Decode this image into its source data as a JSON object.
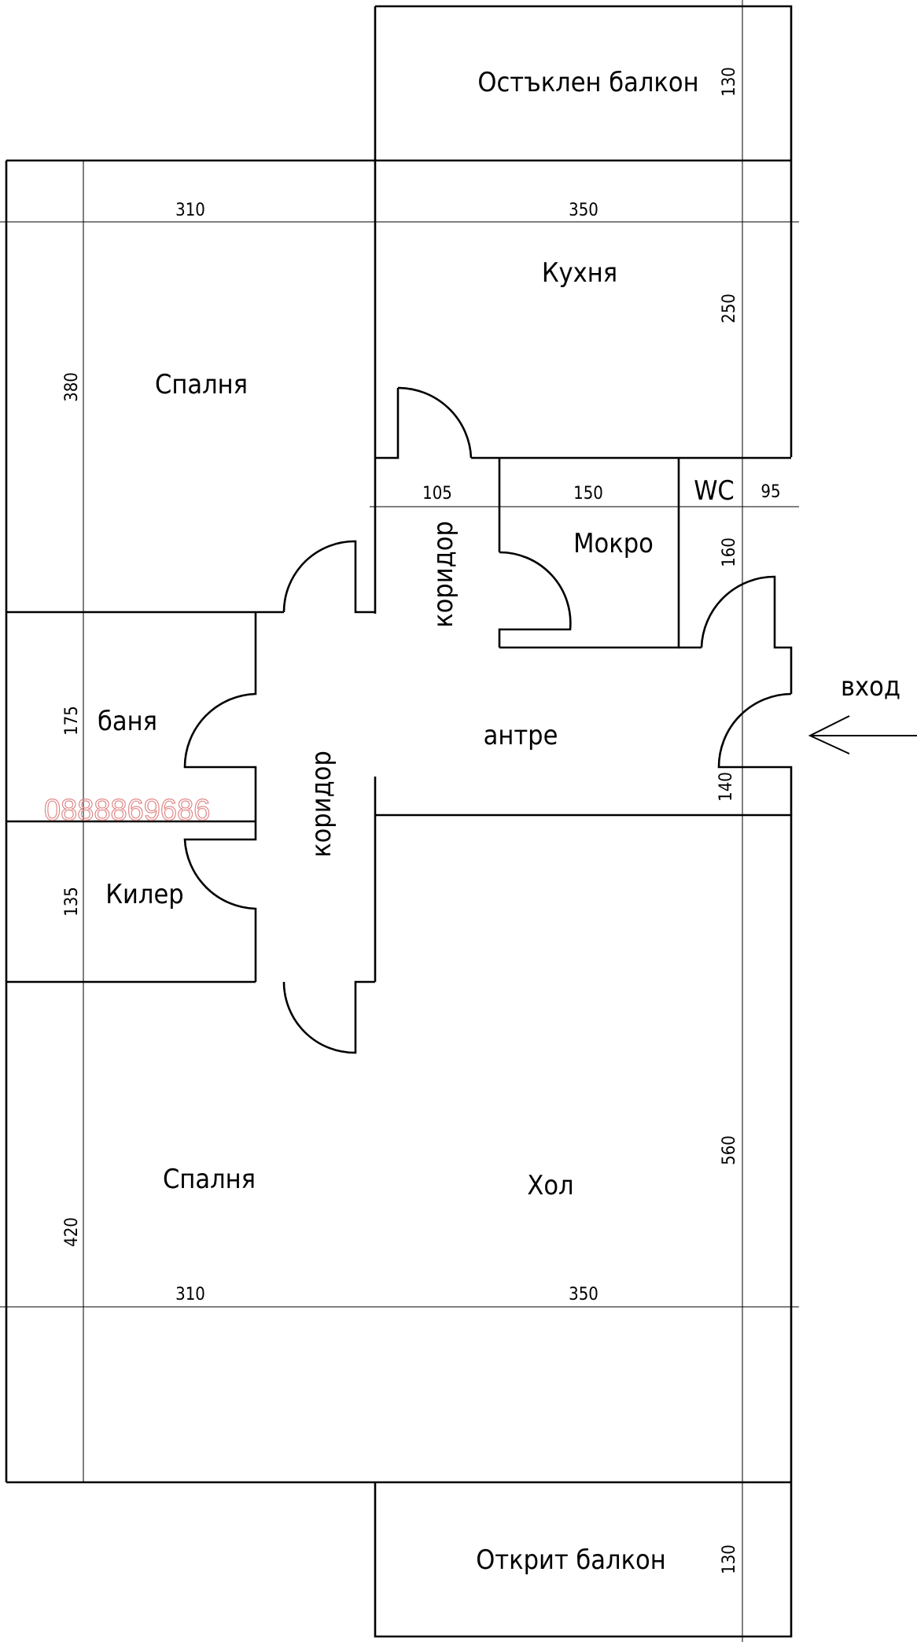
{
  "plan": {
    "rooms": {
      "glazed_balcony": "Остъклен балкон",
      "kitchen": "Кухня",
      "bedroom_top": "Спалня",
      "corridor_top": "коридор",
      "wet_room": "Мокро",
      "wc": "WC",
      "entry_hall": "антре",
      "bathroom": "баня",
      "corridor_left": "коридор",
      "storage": "Килер",
      "bedroom_bottom": "Спалня",
      "living_room": "Хол",
      "open_balcony": "Открит балкон"
    },
    "entrance_label": "вход",
    "watermark": "0888869686",
    "dimensions": {
      "top_left_width": "310",
      "top_right_width": "350",
      "bottom_left_width": "310",
      "bottom_right_width": "350",
      "glazed_balcony_depth": "130",
      "kitchen_depth": "250",
      "bedroom_top_depth": "380",
      "corridor_width": "105",
      "wet_room_width": "150",
      "wc_width": "95",
      "wc_depth": "160",
      "bathroom_depth": "175",
      "storage_depth": "135",
      "entry_depth": "140",
      "bedroom_bottom_depth": "420",
      "living_depth": "560",
      "open_balcony_depth": "130"
    }
  }
}
